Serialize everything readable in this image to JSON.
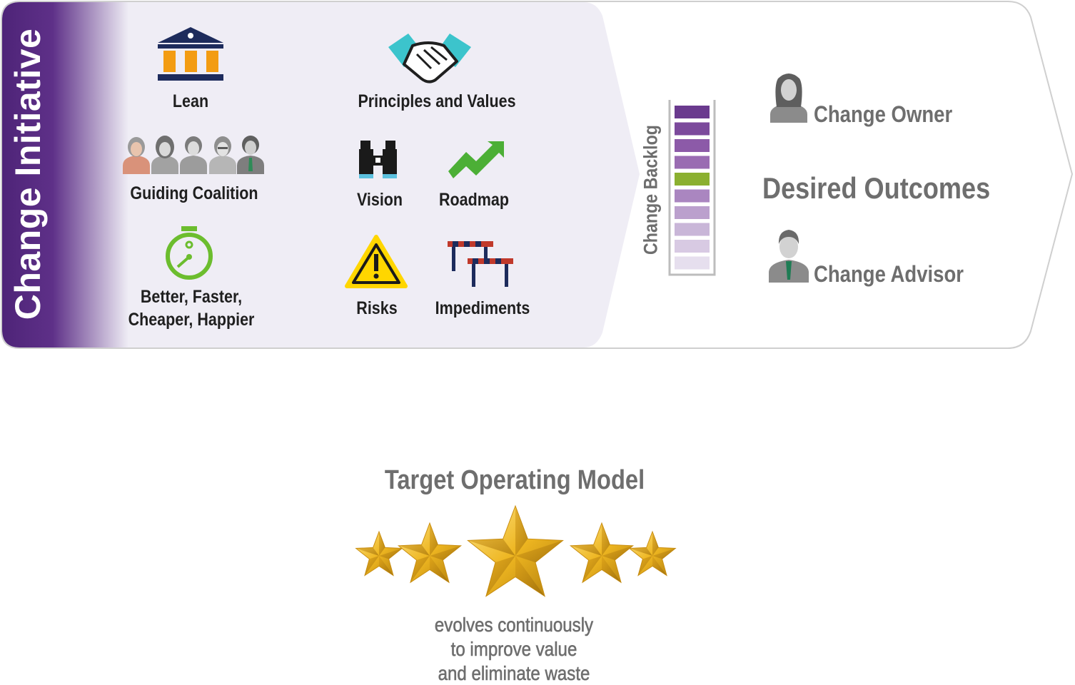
{
  "change_initiative": {
    "title": "Change Initiative",
    "items": {
      "lean": "Lean",
      "guiding_coalition": "Guiding Coalition",
      "better_line1": "Better, Faster,",
      "better_line2": "Cheaper, Happier",
      "principles": "Principles and Values",
      "vision": "Vision",
      "roadmap": "Roadmap",
      "risks": "Risks",
      "impediments": "Impediments"
    },
    "accent_color": "#5b2d86"
  },
  "change_backlog": {
    "label": "Change Backlog",
    "item_colors": [
      "#6a3a8e",
      "#7c4a9c",
      "#8c5aa8",
      "#9a6cb2",
      "#8bb030",
      "#aa86c0",
      "#bba0cd",
      "#c9b6d8",
      "#d8cae3",
      "#e6dfee"
    ]
  },
  "outcomes": {
    "change_owner": "Change Owner",
    "desired_outcomes": "Desired Outcomes",
    "change_advisor": "Change Advisor"
  },
  "target_model": {
    "title": "Target Operating Model",
    "stars": 5,
    "desc_line1": "evolves continuously",
    "desc_line2": "to improve value",
    "desc_line3": "and eliminate waste"
  }
}
